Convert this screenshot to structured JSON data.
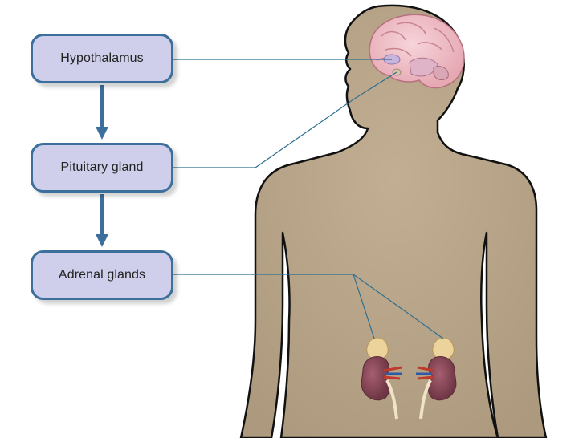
{
  "boxes": {
    "hypothalamus": "Hypothalamus",
    "pituitary": "Pituitary gland",
    "adrenal": "Adrenal glands"
  },
  "colors": {
    "box_fill": "#cfcfeb",
    "box_border": "#3c6f9c",
    "arrow": "#3c6f9c",
    "leader_line": "#2f6f8f",
    "body_fill": "#b8a58a",
    "body_outline": "#111111",
    "brain": "#f0c0c8",
    "kidney": "#8a4a5a",
    "adrenal_gland": "#e8c98a"
  },
  "icons": [
    "human-silhouette",
    "brain-icon",
    "kidney-icon",
    "adrenal-gland-icon"
  ]
}
